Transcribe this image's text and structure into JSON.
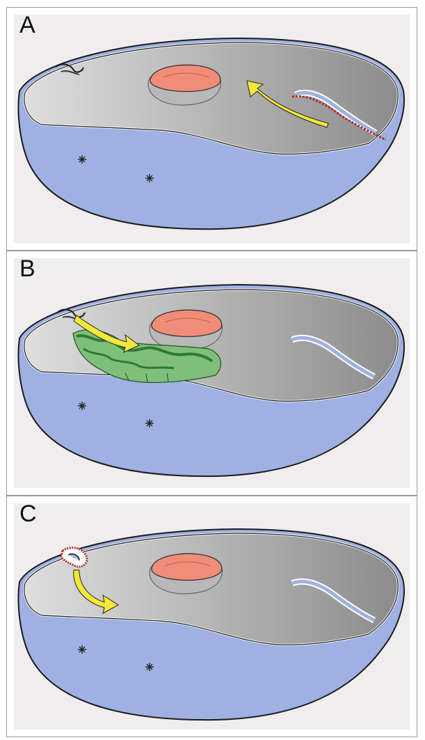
{
  "panels": [
    {
      "label": "A",
      "nucleus_color": "#f08d78",
      "highlight": "endocytic-tubule",
      "arrow_color": "#f2e83a"
    },
    {
      "label": "B",
      "nucleus_color": "#f08d78",
      "highlight": "green-network",
      "arrow_color": "#f2e83a"
    },
    {
      "label": "C",
      "nucleus_color": "#f08d78",
      "highlight": "membrane-patch",
      "arrow_color": "#f2e83a"
    }
  ],
  "colors": {
    "cytoplasm_light": "#d9d9d9",
    "cytoplasm_dark": "#8e8e8e",
    "outer_blue": "#9fb1e2",
    "green_dark": "#2f7a34",
    "green_light": "#7fbf7a",
    "red_patch": "#b12a2a"
  },
  "icons": [
    "asterisk-icon",
    "yellow-arrow-icon"
  ]
}
